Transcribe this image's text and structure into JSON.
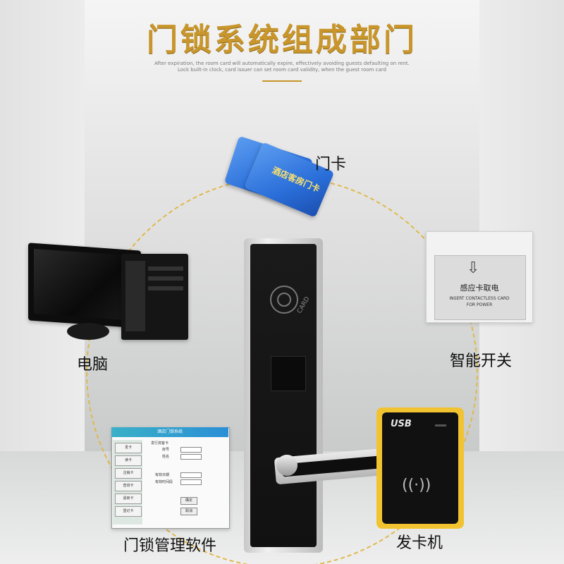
{
  "title": "门锁系统组成部门",
  "subtitle_line1": "After expiration, the room card will automatically expire, effectively avoiding guests defaulting on rent.",
  "subtitle_line2": "Lock built-in clock, card issuer can set room card validity, when the guest room card",
  "labels": {
    "card": "门卡",
    "computer": "电脑",
    "switch": "智能开关",
    "software": "门锁管理软件",
    "encoder": "发卡机"
  },
  "card_text": "酒店客房门卡",
  "lock_card_tag": "CARD",
  "switch": {
    "arrow": "⇩",
    "chinese": "感应卡取电",
    "english1": "INSERT CONTACTLESS CARD",
    "english2": "FOR POWER"
  },
  "encoder": {
    "usb": "USB",
    "waves": "((·))"
  },
  "software": {
    "title": "酒店门锁系统",
    "subtitle": "发行宾客卡",
    "sidebar": [
      "发卡",
      "读卡",
      "注销卡",
      "查询卡",
      "退房卡",
      "登记卡"
    ],
    "fields": [
      "房号",
      "姓名",
      "有效日期",
      "有效时间段"
    ],
    "buttons": [
      "确定",
      "取消"
    ]
  },
  "colors": {
    "title": "#c9962b",
    "ring": "#e0b94a",
    "encoder_frame": "#f2c331"
  }
}
